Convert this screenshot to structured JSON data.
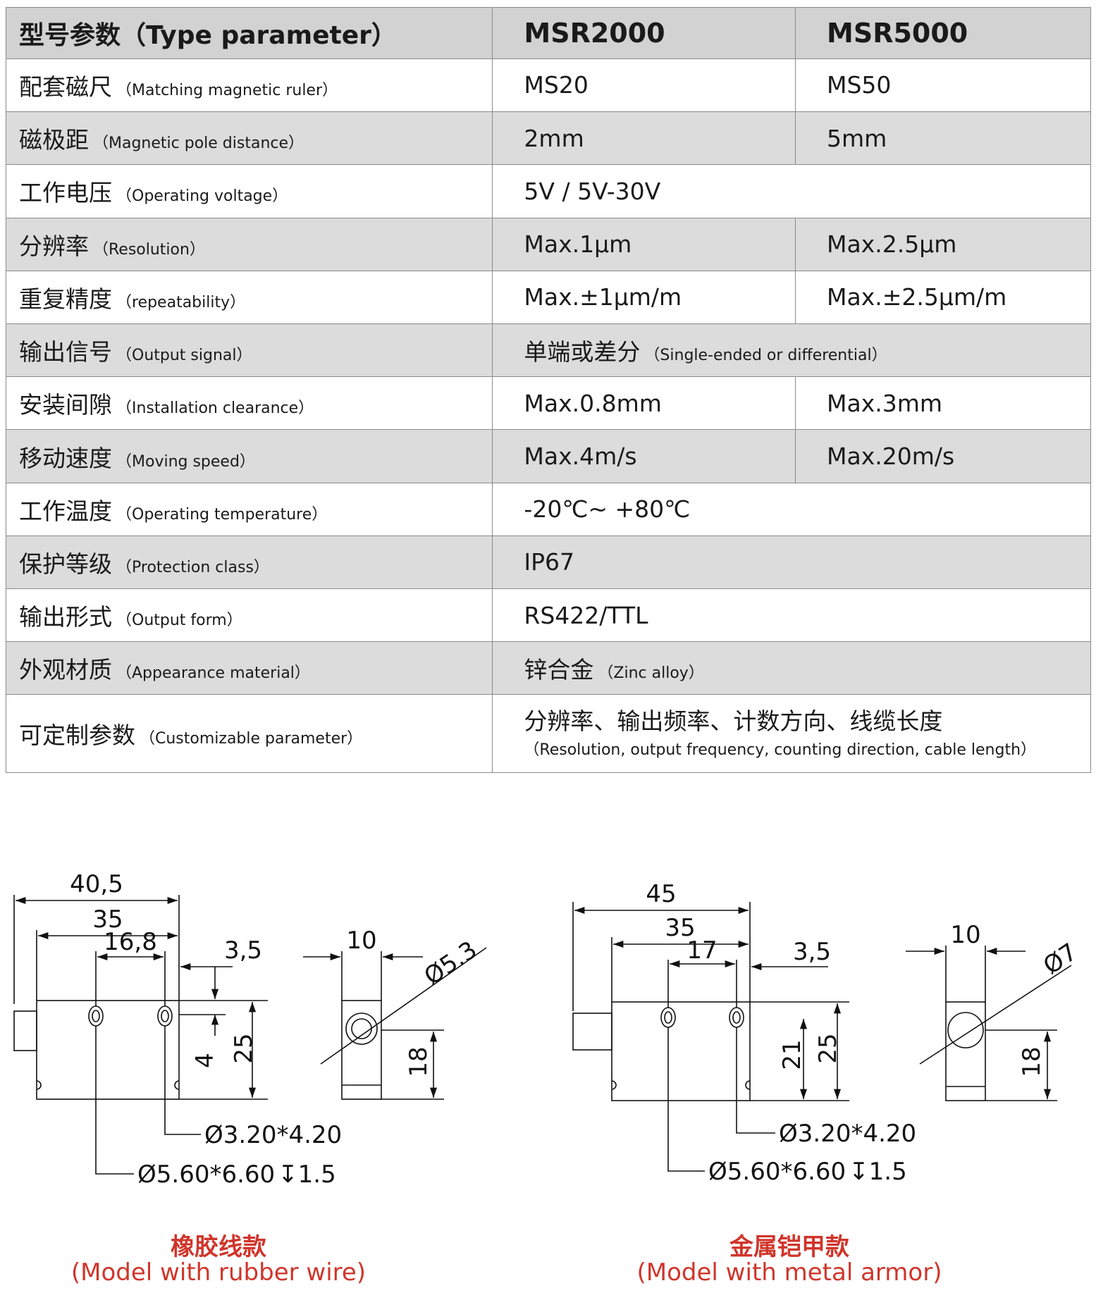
{
  "table": {
    "header": {
      "label": "型号参数（Type parameter）",
      "col1": "MSR2000",
      "col2": "MSR5000"
    },
    "rows": [
      {
        "cn": "配套磁尺",
        "en": "（Matching magnetic ruler）",
        "v1": "MS20",
        "v2": "MS50"
      },
      {
        "cn": "磁极距",
        "en": "（Magnetic pole distance）",
        "v1": "2mm",
        "v2": "5mm"
      },
      {
        "cn": "工作电压",
        "en": "（Operating voltage）",
        "v": "5V / 5V-30V"
      },
      {
        "cn": "分辨率",
        "en": "（Resolution）",
        "v1": "Max.1μm",
        "v2": "Max.2.5μm"
      },
      {
        "cn": "重复精度",
        "en": "（repeatability）",
        "v1": "Max.±1μm/m",
        "v2": "Max.±2.5μm/m"
      },
      {
        "cn": "输出信号",
        "en": "（Output signal）",
        "v_cn": "单端或差分",
        "v_en": "（Single-ended or differential）"
      },
      {
        "cn": "安装间隙",
        "en": "（Installation clearance）",
        "v1": "Max.0.8mm",
        "v2": "Max.3mm"
      },
      {
        "cn": "移动速度",
        "en": "（Moving speed）",
        "v1": "Max.4m/s",
        "v2": "Max.20m/s"
      },
      {
        "cn": "工作温度",
        "en": "（Operating temperature）",
        "v": "-20℃~ +80℃"
      },
      {
        "cn": "保护等级",
        "en": "（Protection class）",
        "v": "IP67"
      },
      {
        "cn": "输出形式",
        "en": "（Output form）",
        "v": "RS422/TTL"
      },
      {
        "cn": "外观材质",
        "en": "（Appearance material）",
        "v_cn": "锌合金",
        "v_en": "（Zinc alloy）"
      },
      {
        "cn": "可定制参数",
        "en": "（Customizable parameter）",
        "v_l1": "分辨率、输出频率、计数方向、线缆长度",
        "v_l2": "（Resolution, output frequency, counting direction, cable length）"
      }
    ]
  },
  "drawing_left": {
    "dims": [
      "40,5",
      "35",
      "16,8",
      "3,5",
      "4",
      "25",
      "10",
      "Ø5.3",
      "18"
    ],
    "callout_small": "Ø3.20*4.20",
    "callout_large": "Ø5.60*6.60",
    "callout_large_depth": "1.5",
    "caption_cn": "橡胶线款",
    "caption_en": "(Model with rubber wire)"
  },
  "drawing_right": {
    "dims": [
      "45",
      "35",
      "17",
      "3,5",
      "21",
      "25",
      "10",
      "Ø7",
      "18"
    ],
    "callout_small": "Ø3.20*4.20",
    "callout_large": "Ø5.60*6.60",
    "callout_large_depth": "1.5",
    "caption_cn": "金属铠甲款",
    "caption_en": "(Model with metal armor)"
  },
  "colors": {
    "caption": "#d0352b",
    "row_shade": "#dcdcdc",
    "grid": "#8a8a8a"
  }
}
